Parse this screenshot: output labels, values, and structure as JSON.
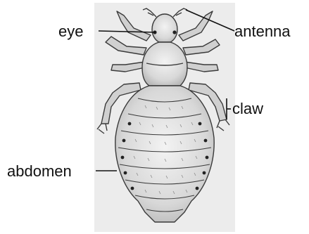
{
  "labels": {
    "eye": "eye",
    "antenna": "antenna",
    "claw": "claw",
    "abdomen": "abdomen"
  },
  "colors": {
    "background": "#ffffff",
    "label_text": "#111111",
    "panel": "#e9e9e9",
    "body_fill": "#dcdcdc",
    "outline": "#3a3a3a",
    "spiracle": "#222222"
  }
}
